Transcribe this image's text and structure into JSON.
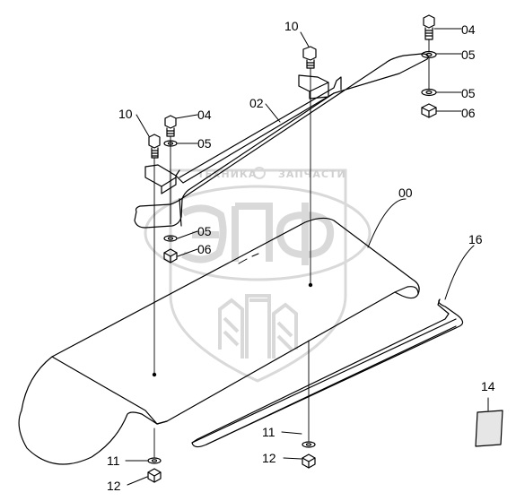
{
  "colors": {
    "line": "#000000",
    "watermark": "#d7d7d7",
    "background": "#ffffff",
    "part_14_fill": "#e6e6e6"
  },
  "watermark": {
    "brand_left": "ТЕХНИКА",
    "brand_right": "ЗАПЧАСТИ",
    "logo": "ЭПФ"
  },
  "labels": {
    "l04_top": "04",
    "l05_top": "05",
    "l05_mid": "05",
    "l06_top": "06",
    "l10_top": "10",
    "l02": "02",
    "l10_left": "10",
    "l04_left": "04",
    "l05_left": "05",
    "l05_low": "05",
    "l06_low": "06",
    "l00": "00",
    "l16": "16",
    "l14": "14",
    "l11_right": "11",
    "l12_right": "12",
    "l11_left": "11",
    "l12_left": "12"
  }
}
